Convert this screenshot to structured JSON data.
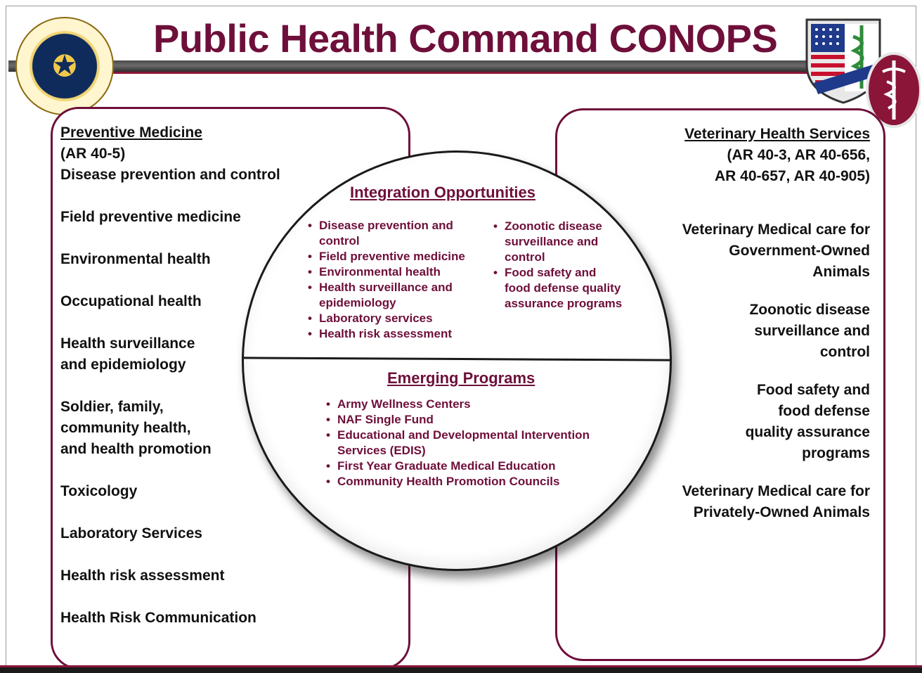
{
  "title": "Public Health Command CONOPS",
  "left": {
    "header": "Preventive Medicine",
    "reg": "(AR 40-5)",
    "items": [
      "Disease prevention and control",
      "Field preventive medicine",
      "Environmental health",
      "Occupational health",
      "Health surveillance",
      "and epidemiology",
      "Soldier, family,",
      "community health,",
      "and health promotion",
      "Toxicology",
      "Laboratory Services",
      "Health risk assessment",
      "Health Risk Communication"
    ]
  },
  "right": {
    "header": "Veterinary Health Services",
    "reg_lines": [
      "(AR 40-3, AR 40-656,",
      "AR 40-657, AR 40-905)"
    ],
    "items": [
      [
        "Veterinary Medical care for",
        "Government-Owned",
        "Animals"
      ],
      [
        "Zoonotic disease",
        "surveillance and",
        "control"
      ],
      [
        "Food safety and",
        "food defense",
        "quality assurance",
        "programs"
      ],
      [
        "Veterinary Medical care for",
        "Privately-Owned Animals"
      ]
    ]
  },
  "integration": {
    "title": "Integration Opportunities",
    "col1": [
      [
        "Disease prevention and",
        "control"
      ],
      [
        "Field preventive medicine"
      ],
      [
        "Environmental health"
      ],
      [
        "Health surveillance and",
        "epidemiology"
      ],
      [
        "Laboratory services"
      ],
      [
        "Health risk assessment"
      ]
    ],
    "col2": [
      [
        "Zoonotic disease",
        "surveillance and",
        "control"
      ],
      [
        "Food safety and",
        "food defense quality",
        "assurance programs"
      ]
    ]
  },
  "emerging": {
    "title": "Emerging Programs",
    "items": [
      [
        "Army Wellness Centers"
      ],
      [
        "NAF Single Fund"
      ],
      [
        "Educational and Developmental  Intervention",
        "Services (EDIS)"
      ],
      [
        "First Year Graduate Medical Education"
      ],
      [
        "Community Health Promotion Councils"
      ]
    ]
  }
}
